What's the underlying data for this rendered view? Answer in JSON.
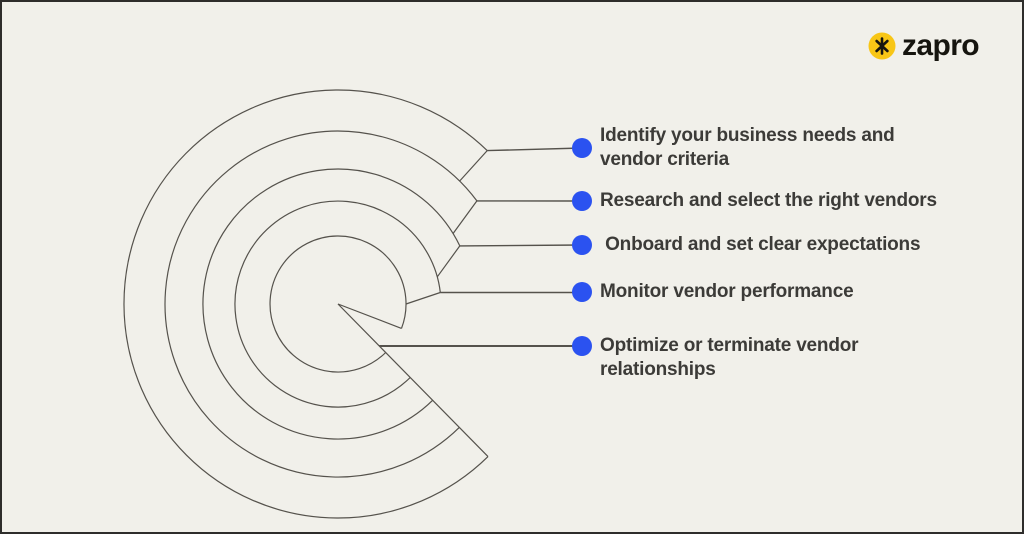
{
  "colors": {
    "background": "#F1F0EA",
    "line": "#55524C",
    "accent": "#2B52F0",
    "text": "#3C3B38",
    "logo-yellow": "#F8C616",
    "logo-text": "#16150F"
  },
  "logo": {
    "text": "zapro",
    "icon": "asterisk-mark-in-yellow-circle"
  },
  "diagram": {
    "type": "radial-steps",
    "description": "Five nested C-shaped arcs (vendor management lifecycle), each arc tip connected by a leader line to a blue bullet with a step label",
    "steps": [
      {
        "index": 1,
        "lines": [
          "Identify your business needs and",
          "vendor criteria"
        ]
      },
      {
        "index": 2,
        "lines": [
          "Research and select the right vendors"
        ]
      },
      {
        "index": 3,
        "lines": [
          " Onboard and set clear expectations"
        ]
      },
      {
        "index": 4,
        "lines": [
          "Monitor vendor performance"
        ]
      },
      {
        "index": 5,
        "lines": [
          "Optimize or terminate vendor",
          "relationships"
        ]
      }
    ]
  }
}
